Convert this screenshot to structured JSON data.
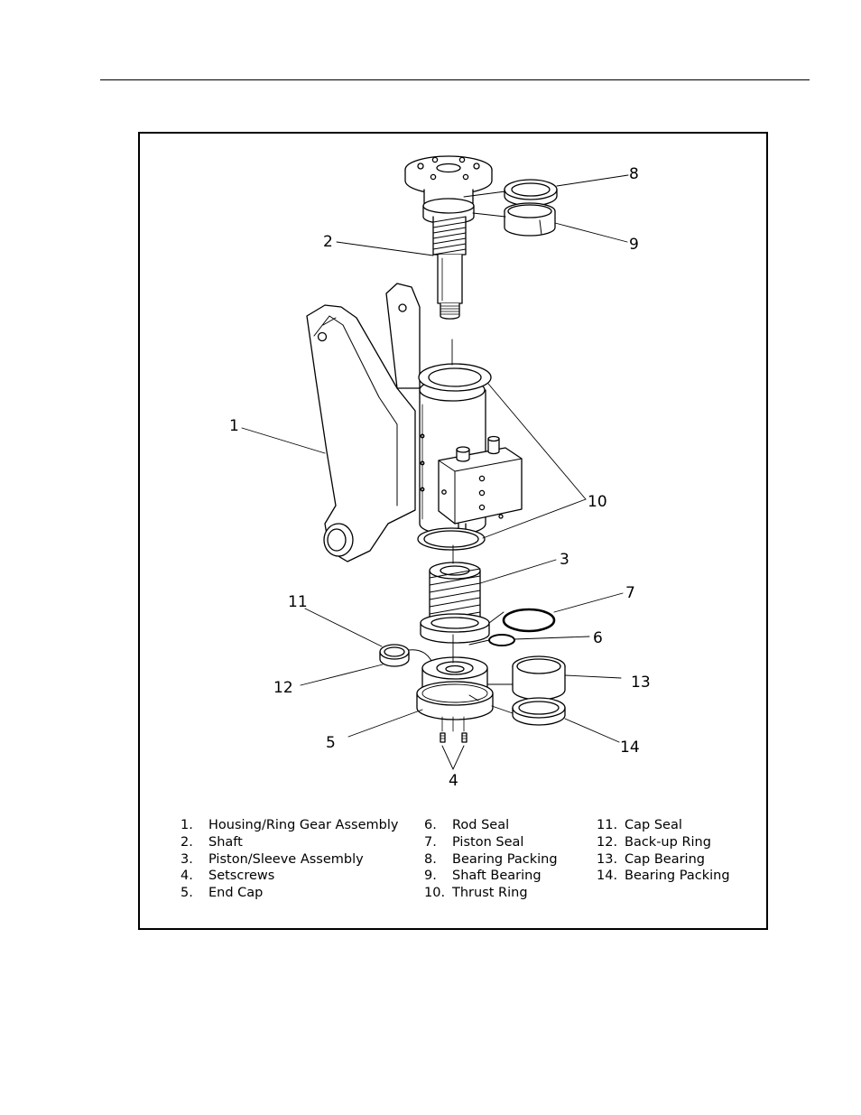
{
  "figure": {
    "callouts": [
      "1",
      "2",
      "3",
      "4",
      "5",
      "6",
      "7",
      "8",
      "9",
      "10",
      "11",
      "12",
      "13",
      "14"
    ]
  },
  "legend": {
    "col1": [
      {
        "num": "1.",
        "label": "Housing/Ring Gear Assembly"
      },
      {
        "num": "2.",
        "label": "Shaft"
      },
      {
        "num": "3.",
        "label": "Piston/Sleeve Assembly"
      },
      {
        "num": "4.",
        "label": "Setscrews"
      },
      {
        "num": "5.",
        "label": "End Cap"
      }
    ],
    "col2": [
      {
        "num": "6.",
        "label": "Rod Seal"
      },
      {
        "num": "7.",
        "label": "Piston Seal"
      },
      {
        "num": "8.",
        "label": "Bearing Packing"
      },
      {
        "num": "9.",
        "label": "Shaft Bearing"
      },
      {
        "num": "10.",
        "label": "Thrust Ring"
      }
    ],
    "col3": [
      {
        "num": "11.",
        "label": "Cap Seal"
      },
      {
        "num": "12.",
        "label": "Back-up Ring"
      },
      {
        "num": "13.",
        "label": "Cap Bearing"
      },
      {
        "num": "14.",
        "label": "Bearing Packing"
      }
    ]
  }
}
